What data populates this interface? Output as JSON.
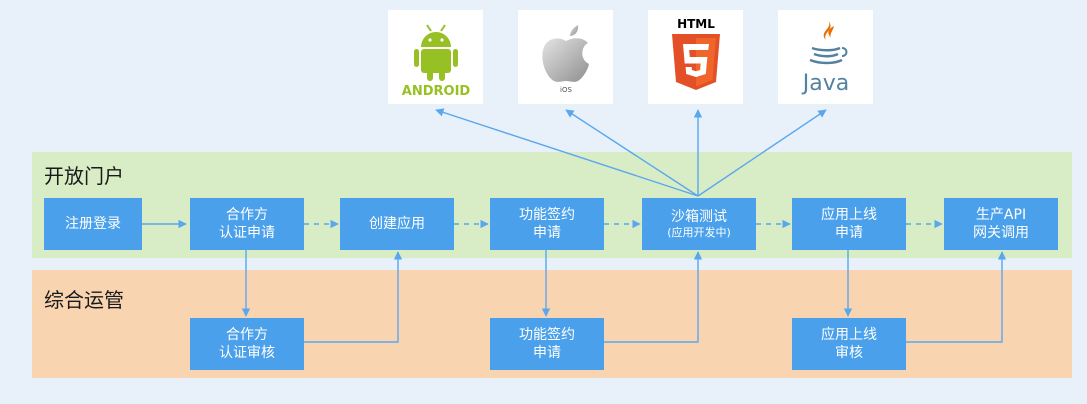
{
  "platforms": [
    {
      "name": "android",
      "text": "ANDROID"
    },
    {
      "name": "ios",
      "text": "iOS"
    },
    {
      "name": "html5",
      "text": "HTML"
    },
    {
      "name": "java",
      "text": "Java"
    }
  ],
  "bands": {
    "open_portal": "开放门户",
    "operations": "综合运管"
  },
  "top_steps": [
    {
      "line1": "注册登录",
      "line2": ""
    },
    {
      "line1": "合作方",
      "line2": "认证申请"
    },
    {
      "line1": "创建应用",
      "line2": ""
    },
    {
      "line1": "功能签约",
      "line2": "申请"
    },
    {
      "line1": "沙箱测试",
      "line2": "(应用开发中)"
    },
    {
      "line1": "应用上线",
      "line2": "申请"
    },
    {
      "line1": "生产API",
      "line2": "网关调用"
    }
  ],
  "bottom_steps": [
    {
      "line1": "合作方",
      "line2": "认证审核"
    },
    {
      "line1": "功能签约",
      "line2": "申请"
    },
    {
      "line1": "应用上线",
      "line2": "审核"
    }
  ],
  "colors": {
    "step_box": "#4aa0ea",
    "arrow": "#5aa7ee",
    "band_top": "#d8ecc6",
    "band_bottom": "#f9d4b1",
    "background": "#e8f0fa"
  }
}
